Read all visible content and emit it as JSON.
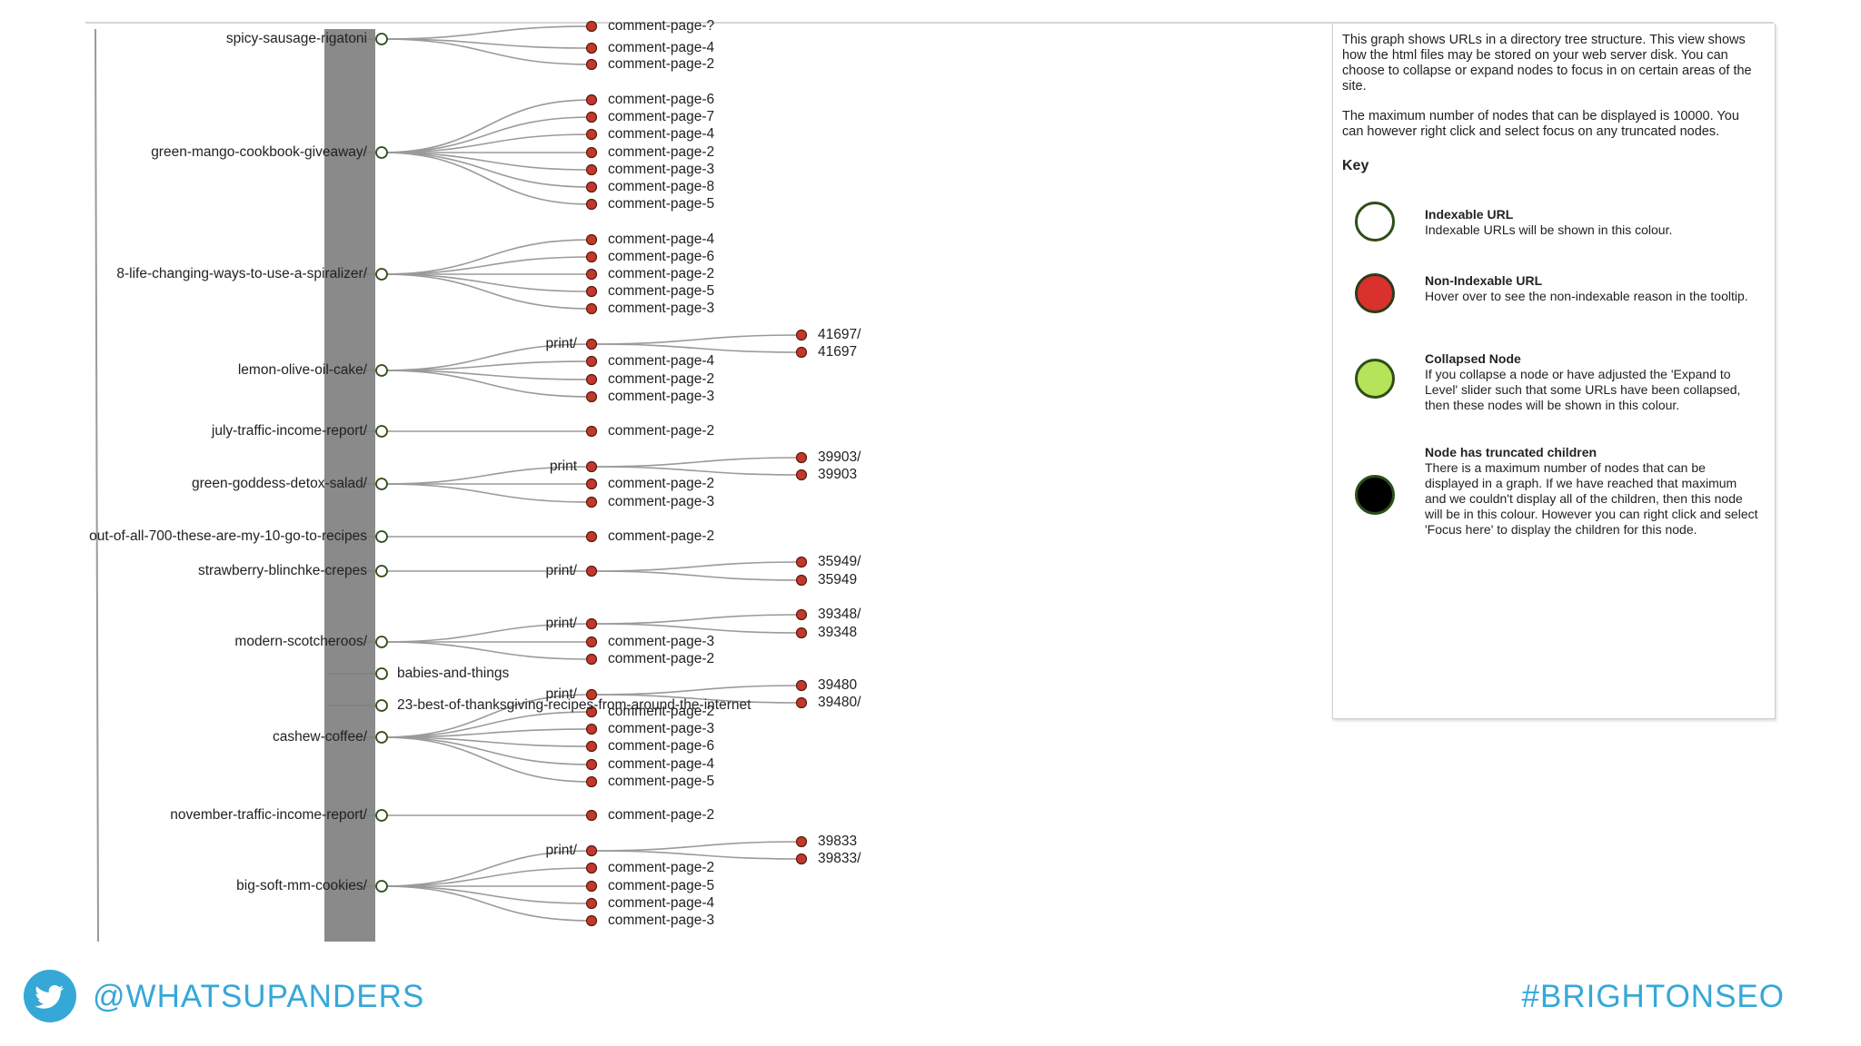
{
  "tree": {
    "root_nodes": [
      {
        "label": "spicy-sausage-rigatoni",
        "children": [
          "comment-page-?",
          "comment-page-4",
          "comment-page-2"
        ]
      },
      {
        "label": "green-mango-cookbook-giveaway/",
        "children": [
          "comment-page-6",
          "comment-page-7",
          "comment-page-4",
          "comment-page-2",
          "comment-page-3",
          "comment-page-8",
          "comment-page-5"
        ]
      },
      {
        "label": "8-life-changing-ways-to-use-a-spiralizer/",
        "children": [
          "comment-page-4",
          "comment-page-6",
          "comment-page-2",
          "comment-page-5",
          "comment-page-3"
        ]
      },
      {
        "label": "lemon-olive-oil-cake/",
        "children": [
          "print/",
          "comment-page-4",
          "comment-page-2",
          "comment-page-3"
        ],
        "grandchildren": [
          "41697/",
          "41697"
        ]
      },
      {
        "label": "july-traffic-income-report/",
        "children": [
          "comment-page-2"
        ]
      },
      {
        "label": "green-goddess-detox-salad/",
        "children": [
          "print",
          "comment-page-2",
          "comment-page-3"
        ],
        "grandchildren": [
          "39903/",
          "39903"
        ]
      },
      {
        "label": "out-of-all-700-these-are-my-10-go-to-recipes",
        "children": [
          "comment-page-2"
        ]
      },
      {
        "label": "strawberry-blinchke-crepes",
        "children": [
          "print/"
        ],
        "grandchildren": [
          "35949/",
          "35949"
        ]
      },
      {
        "label": "modern-scotcheroos/",
        "children": [
          "print/",
          "comment-page-3",
          "comment-page-2"
        ],
        "grandchildren": [
          "39348/",
          "39348"
        ]
      },
      {
        "label": "babies-and-things",
        "children": []
      },
      {
        "label": "23-best-of-thanksgiving-recipes-from-around-the-internet",
        "children": []
      },
      {
        "label": "cashew-coffee/",
        "children": [
          "print/",
          "comment-page-2",
          "comment-page-3",
          "comment-page-6",
          "comment-page-4",
          "comment-page-5"
        ],
        "grandchildren": [
          "39480",
          "39480/"
        ]
      },
      {
        "label": "november-traffic-income-report/",
        "children": [
          "comment-page-2"
        ]
      },
      {
        "label": "big-soft-mm-cookies/",
        "children": [
          "print/",
          "comment-page-2",
          "comment-page-5",
          "comment-page-4",
          "comment-page-3"
        ],
        "grandchildren": [
          "39833",
          "39833/"
        ]
      }
    ]
  },
  "panel": {
    "intro1": "This graph shows URLs in a directory tree structure. This view shows how the html files may be stored on your web server disk. You can choose to collapse or expand nodes to focus in on certain areas of the site.",
    "intro2": "The maximum number of nodes that can be displayed is 10000. You can however right click and select focus on any truncated nodes.",
    "key_title": "Key",
    "items": [
      {
        "title": "Indexable URL",
        "desc": "Indexable URLs will be shown in this colour.",
        "color": "#ffffff"
      },
      {
        "title": "Non-Indexable URL",
        "desc": "Hover over to see the non-indexable reason in the tooltip.",
        "color": "#d9312b"
      },
      {
        "title": "Collapsed Node",
        "desc": "If you collapse a node or have adjusted the 'Expand to Level' slider such that some URLs have been collapsed, then these nodes will be shown in this colour.",
        "color": "#b5e35a"
      },
      {
        "title": "Node has truncated children",
        "desc": "There is a maximum number of nodes that can be displayed in a graph. If we have reached that maximum and we couldn't display all of the children, then this node will be in this colour. However you can right click and select 'Focus here' to display the children for this node.",
        "color": "#000000"
      }
    ]
  },
  "footer": {
    "handle": "@WHATSUPANDERS",
    "hashtag": "#BRIGHTONSEO"
  },
  "colors": {
    "accent": "#35a8d8",
    "non_indexable": "#c0392b",
    "edge": "#9a9a9a"
  }
}
